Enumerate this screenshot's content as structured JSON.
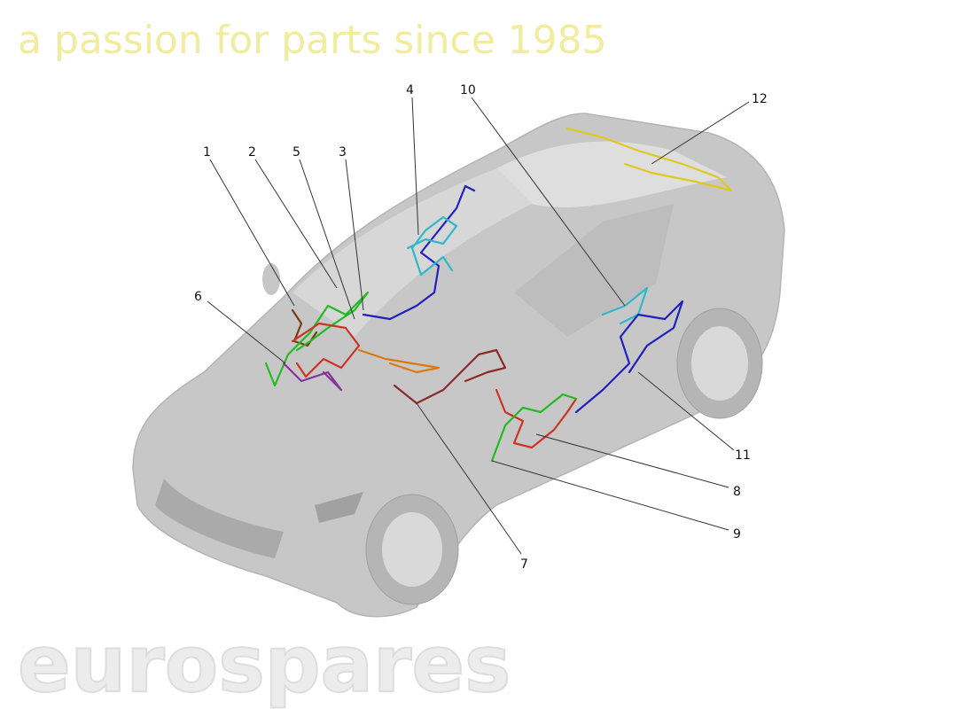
{
  "watermark": {
    "brand": "eurospares",
    "tagline": "a passion for parts since 1985"
  },
  "callouts": [
    {
      "number": "1",
      "color": "#7a3a10"
    },
    {
      "number": "2",
      "color": "#22bb22"
    },
    {
      "number": "3",
      "color": "#2020c0"
    },
    {
      "number": "4",
      "color": "#30b8c8"
    },
    {
      "number": "5",
      "color": "#cc3322"
    },
    {
      "number": "6",
      "color": "#883399"
    },
    {
      "number": "7",
      "color": "#8a2a2a"
    },
    {
      "number": "8",
      "color": "#cc3322"
    },
    {
      "number": "9",
      "color": "#22bb22"
    },
    {
      "number": "10",
      "color": "#30b8c8"
    },
    {
      "number": "11",
      "color": "#2020c0"
    },
    {
      "number": "12",
      "color": "#e0c820"
    }
  ]
}
